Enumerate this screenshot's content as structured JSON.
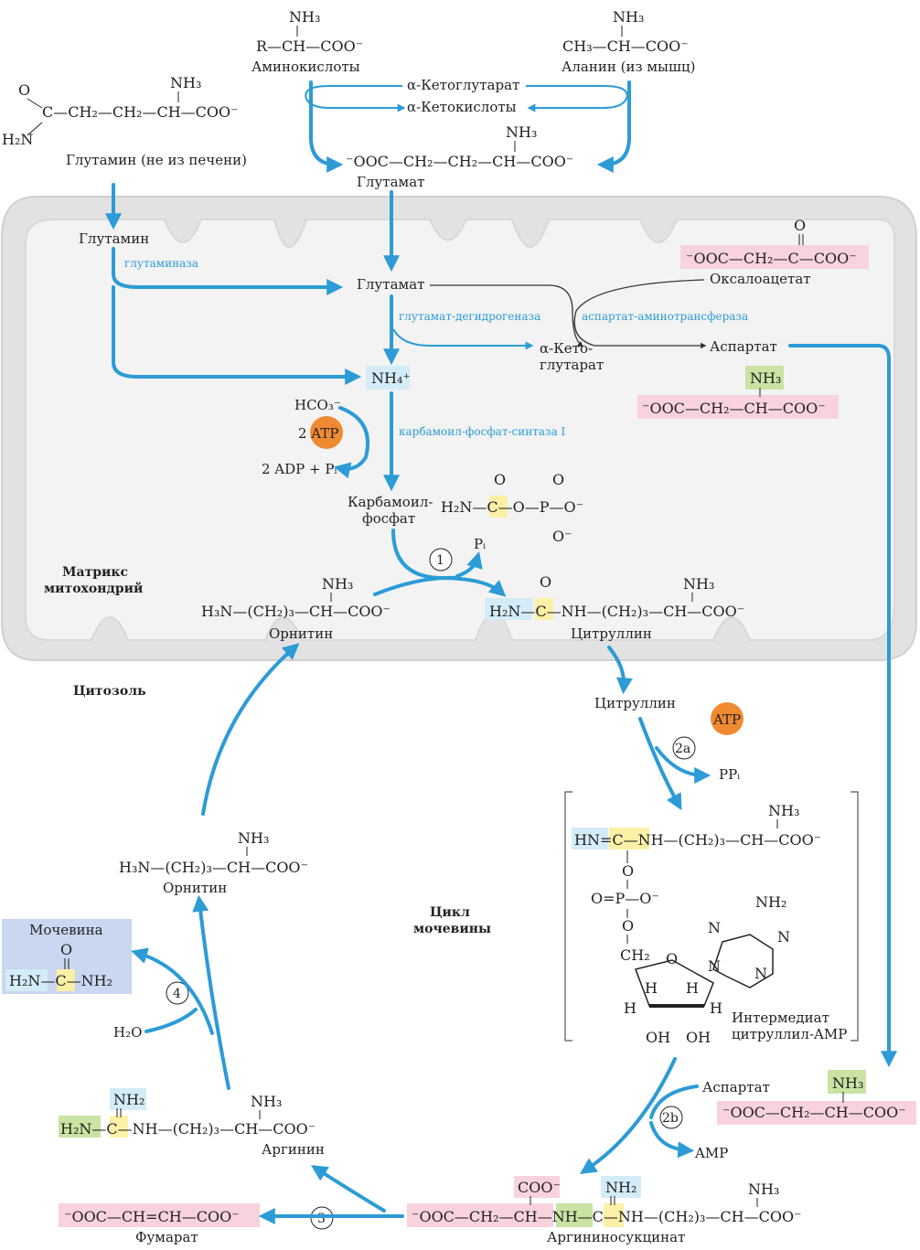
{
  "regions": {
    "matrix": "Матрикс митохондрий",
    "cytosol": "Цитозоль",
    "cycle": "Цикл мочевины"
  },
  "molecules": {
    "amino_acids": "Аминокислоты",
    "amino_formula": "R—CH—COO⁻",
    "alanine": "Аланин (из мышц)",
    "alanine_formula": "CH₃—CH—COO⁻",
    "alpha_ketoglutarate": "α-Кетоглутарат",
    "alpha_ketoacids": "α-Кетокислоты",
    "glutamate_top_formula": "⁻OOC—CH₂—CH₂—CH—COO⁻",
    "glutamate_top": "Глутамат",
    "glutamine_formula": "C—CH₂—CH₂—CH—COO⁻",
    "glutamine_extra": "Глутамин (не из печени)",
    "glutamine_mito": "Глутамин",
    "glutamate_mito": "Глутамат",
    "ammonium": "NH₄⁺",
    "oxaloacetate_formula": "⁻OOC—CH₂—C—COO⁻",
    "oxaloacetate": "Оксалоацетат",
    "aspartate_mito": "Аспартат",
    "aspartate_formula": "⁻OOC—CH₂—CH—COO⁻",
    "alpha_keto_glutarate_mito_1": "α-Кето-",
    "alpha_keto_glutarate_mito_2": "глутарат",
    "bicarbonate": "HCO₃⁻",
    "atp_1": "2 ATP",
    "adp": "2 ADP + Pᵢ",
    "carbamoyl_phosphate_1": "Карбамоил-",
    "carbamoyl_phosphate_2": "фосфат",
    "carbamoyl_formula": "H₂N—C—O—P—O⁻",
    "pi": "Pᵢ",
    "ornithine_formula": "H₃N—(CH₂)₃—CH—COO⁻",
    "ornithine_mito": "Орнитин",
    "citrulline_formula": "H₂N—C—NH—(CH₂)₃—CH—COO⁻",
    "citrulline_mito": "Цитруллин",
    "citrulline_cyto": "Цитруллин",
    "atp_2": "ATP",
    "ppi": "PPᵢ",
    "intermediate_formula": "HN=C—NH—(CH₂)₃—CH—COO⁻",
    "intermediate": "Интермедиат цитруллил-AMP",
    "aspartate_cyto": "Аспартат",
    "amp": "AMP",
    "argininosuccinate_formula": "⁻OOC—CH₂—CH—NH—C—NH—(CH₂)₃—CH—COO⁻",
    "argininosuccinate": "Аргининосукцинат",
    "fumarate_formula": "⁻OOC—CH=CH—COO⁻",
    "fumarate": "Фумарат",
    "arginine_formula": "H₂N—C—NH—(CH₂)₃—CH—COO⁻",
    "arginine": "Аргинин",
    "ornithine_cyto": "Орнитин",
    "urea": "Мочевина",
    "urea_formula": "H₂N—C—NH₂",
    "water": "H₂O"
  },
  "enzymes": {
    "glutaminase": "глутаминаза",
    "glutamate_dehydrogenase": "глутамат-дегидрогеназа",
    "aspartate_aminotransferase": "аспартат-аминотрансфераза",
    "carbamoyl_phosphate_synthase": "карбамоил-фосфат-синтаза I"
  },
  "steps": [
    "1",
    "2a",
    "2b",
    "3",
    "4"
  ],
  "colors": {
    "arrow": "#2c9bd6",
    "mitochondrion": "#e2e2e2",
    "highlight_pink": "#f8d3dd",
    "highlight_green": "#c9e3a2",
    "highlight_yellow": "#fbf0a6",
    "highlight_blue": "#d4ecf8",
    "highlight_urea": "#c9d7f0",
    "atp": "#f08a32"
  }
}
